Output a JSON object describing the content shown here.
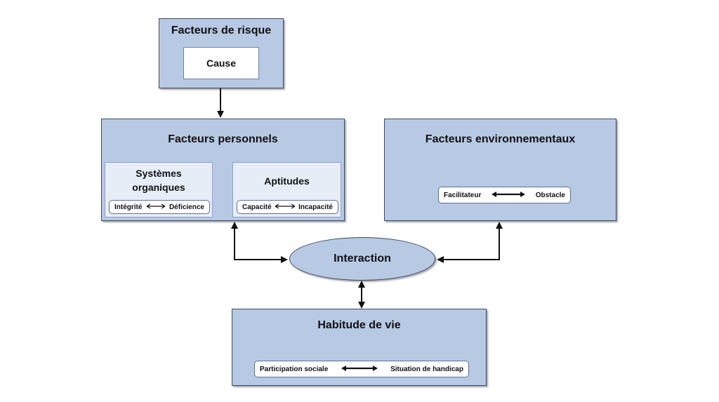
{
  "risk": {
    "title": "Facteurs de risque",
    "cause": "Cause"
  },
  "personal": {
    "title": "Facteurs personnels",
    "systems": {
      "title": "Systèmes organiques",
      "left": "Intégrité",
      "right": "Déficience"
    },
    "aptitudes": {
      "title": "Aptitudes",
      "left": "Capacité",
      "right": "Incapacité"
    }
  },
  "environment": {
    "title": "Facteurs environnementaux",
    "left": "Facilitateur",
    "right": "Obstacle"
  },
  "interaction": {
    "label": "Interaction"
  },
  "life": {
    "title": "Habitude de vie",
    "left": "Participation sociale",
    "right": "Situation de handicap"
  },
  "colors": {
    "box_fill": "#b8c9e4",
    "inner_fill": "#e7edf7",
    "border": "#3b4a62"
  }
}
